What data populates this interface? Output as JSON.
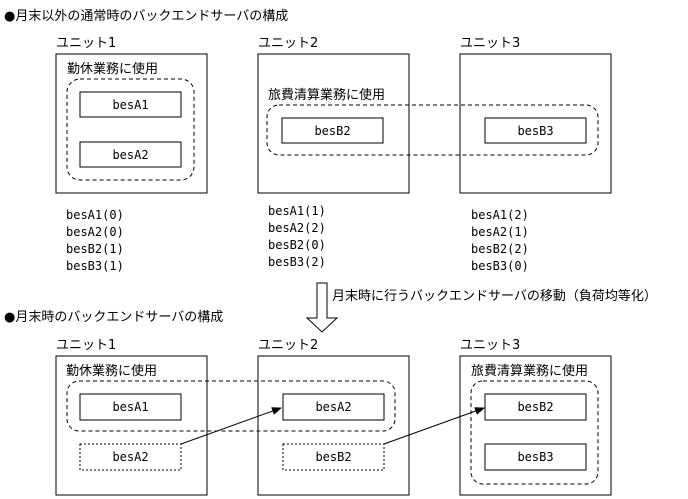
{
  "section1": {
    "title": "●月末以外の通常時のバックエンドサーバの構成",
    "units": [
      {
        "label": "ユニット1",
        "group_label": "勤休業務に使用",
        "servers": [
          "besA1",
          "besA2"
        ],
        "status": [
          "besA1(0)",
          "besA2(0)",
          "besB2(1)",
          "besB3(1)"
        ]
      },
      {
        "label": "ユニット2",
        "group_label": "旅費清算業務に使用",
        "servers": [
          "besB2"
        ],
        "status": [
          "besA1(1)",
          "besA2(2)",
          "besB2(0)",
          "besB3(2)"
        ]
      },
      {
        "label": "ユニット3",
        "servers": [
          "besB3"
        ],
        "status": [
          "besA1(2)",
          "besA2(1)",
          "besB2(2)",
          "besB3(0)"
        ]
      }
    ]
  },
  "transition": {
    "label": "月末時に行うバックエンドサーバの移動（負荷均等化）"
  },
  "section2": {
    "title": "●月末時のバックエンドサーバの構成",
    "units": [
      {
        "label": "ユニット1",
        "group_label": "勤休業務に使用",
        "servers": [
          "besA1"
        ],
        "moved_out": "besA2"
      },
      {
        "label": "ユニット2",
        "servers": [
          "besA2"
        ],
        "moved_out": "besB2"
      },
      {
        "label": "ユニット3",
        "group_label": "旅費清算業務に使用",
        "servers": [
          "besB2",
          "besB3"
        ]
      }
    ]
  }
}
